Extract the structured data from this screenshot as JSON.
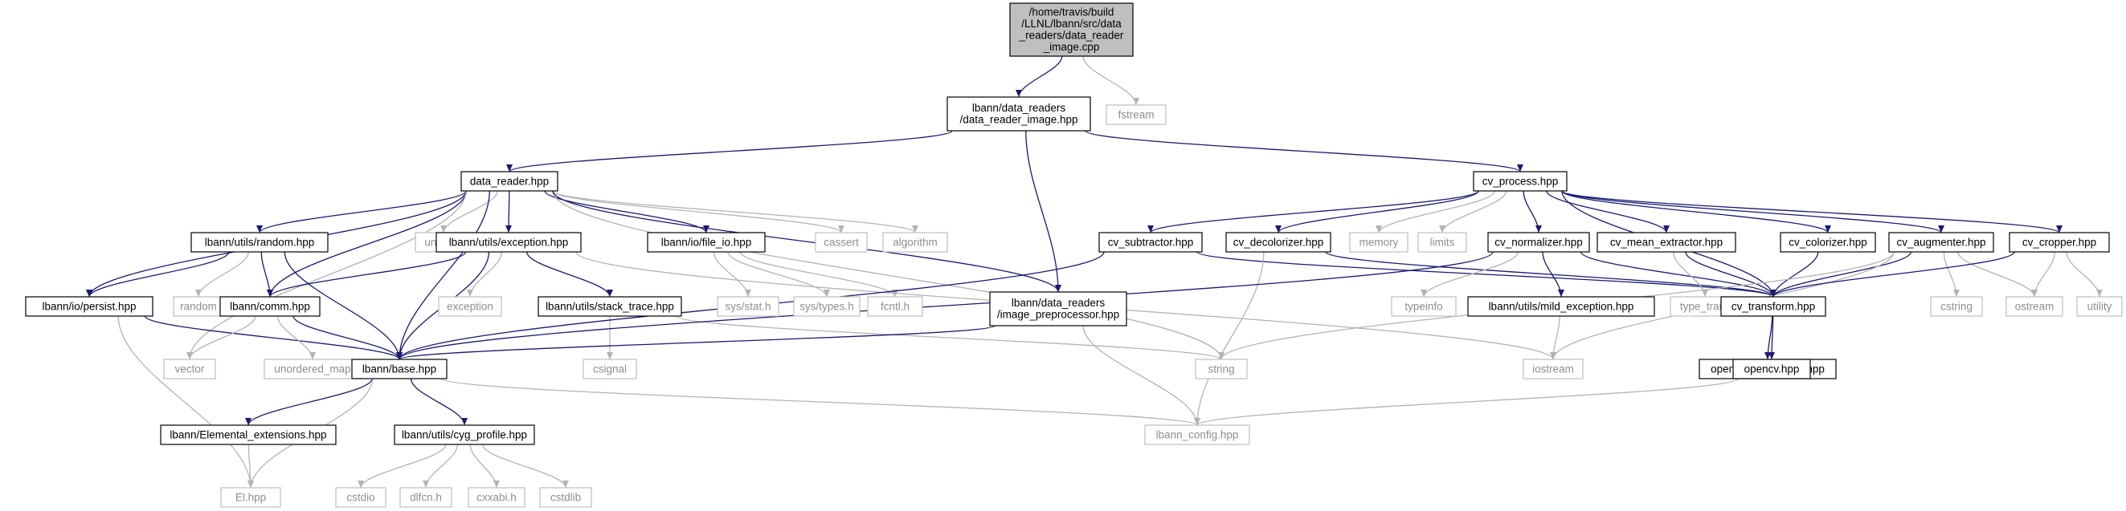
{
  "graph": {
    "nodes": [
      {
        "id": "root",
        "lines": [
          "/home/travis/build",
          "/LLNL/lbann/src/data",
          "_readers/data_reader",
          "_image.cpp"
        ],
        "kind": "root"
      },
      {
        "id": "dri",
        "lines": [
          "lbann/data_readers",
          "/data_reader_image.hpp"
        ],
        "kind": "doc"
      },
      {
        "id": "fstream",
        "lines": [
          "fstream"
        ],
        "kind": "ext"
      },
      {
        "id": "dr",
        "lines": [
          "data_reader.hpp"
        ],
        "kind": "doc"
      },
      {
        "id": "cvp",
        "lines": [
          "cv_process.hpp"
        ],
        "kind": "doc"
      },
      {
        "id": "unistd",
        "lines": [
          "unistd.h"
        ],
        "kind": "ext"
      },
      {
        "id": "random_hpp",
        "lines": [
          "lbann/utils/random.hpp"
        ],
        "kind": "doc"
      },
      {
        "id": "exc",
        "lines": [
          "lbann/utils/exception.hpp"
        ],
        "kind": "doc"
      },
      {
        "id": "fileio",
        "lines": [
          "lbann/io/file_io.hpp"
        ],
        "kind": "doc"
      },
      {
        "id": "cassert",
        "lines": [
          "cassert"
        ],
        "kind": "ext"
      },
      {
        "id": "algorithm",
        "lines": [
          "algorithm"
        ],
        "kind": "ext"
      },
      {
        "id": "persist",
        "lines": [
          "lbann/io/persist.hpp"
        ],
        "kind": "doc"
      },
      {
        "id": "random",
        "lines": [
          "random"
        ],
        "kind": "ext"
      },
      {
        "id": "comm",
        "lines": [
          "lbann/comm.hpp"
        ],
        "kind": "doc"
      },
      {
        "id": "exception",
        "lines": [
          "exception"
        ],
        "kind": "ext"
      },
      {
        "id": "st",
        "lines": [
          "lbann/utils/stack_trace.hpp"
        ],
        "kind": "doc"
      },
      {
        "id": "sysstat",
        "lines": [
          "sys/stat.h"
        ],
        "kind": "ext"
      },
      {
        "id": "systypes",
        "lines": [
          "sys/types.h"
        ],
        "kind": "ext"
      },
      {
        "id": "fcntl",
        "lines": [
          "fcntl.h"
        ],
        "kind": "ext"
      },
      {
        "id": "ip",
        "lines": [
          "lbann/data_readers",
          "/image_preprocessor.hpp"
        ],
        "kind": "doc"
      },
      {
        "id": "vector",
        "lines": [
          "vector"
        ],
        "kind": "ext"
      },
      {
        "id": "umap",
        "lines": [
          "unordered_map"
        ],
        "kind": "ext"
      },
      {
        "id": "base",
        "lines": [
          "lbann/base.hpp"
        ],
        "kind": "doc"
      },
      {
        "id": "csignal",
        "lines": [
          "csignal"
        ],
        "kind": "ext"
      },
      {
        "id": "string",
        "lines": [
          "string"
        ],
        "kind": "ext"
      },
      {
        "id": "ee",
        "lines": [
          "lbann/Elemental_extensions.hpp"
        ],
        "kind": "doc"
      },
      {
        "id": "cyg",
        "lines": [
          "lbann/utils/cyg_profile.hpp"
        ],
        "kind": "doc"
      },
      {
        "id": "el",
        "lines": [
          "El.hpp"
        ],
        "kind": "ext"
      },
      {
        "id": "cstdio",
        "lines": [
          "cstdio"
        ],
        "kind": "ext"
      },
      {
        "id": "dlfcn",
        "lines": [
          "dlfcn.h"
        ],
        "kind": "ext"
      },
      {
        "id": "cxxabi",
        "lines": [
          "cxxabi.h"
        ],
        "kind": "ext"
      },
      {
        "id": "cstdlib",
        "lines": [
          "cstdlib"
        ],
        "kind": "ext"
      },
      {
        "id": "lconf",
        "lines": [
          "lbann_config.hpp"
        ],
        "kind": "ext"
      },
      {
        "id": "cvs",
        "lines": [
          "cv_subtractor.hpp"
        ],
        "kind": "doc"
      },
      {
        "id": "cvd",
        "lines": [
          "cv_decolorizer.hpp"
        ],
        "kind": "doc"
      },
      {
        "id": "memory",
        "lines": [
          "memory"
        ],
        "kind": "ext"
      },
      {
        "id": "limits",
        "lines": [
          "limits"
        ],
        "kind": "ext"
      },
      {
        "id": "cvn",
        "lines": [
          "cv_normalizer.hpp"
        ],
        "kind": "doc"
      },
      {
        "id": "cvme",
        "lines": [
          "cv_mean_extractor.hpp"
        ],
        "kind": "doc"
      },
      {
        "id": "cvc",
        "lines": [
          "cv_colorizer.hpp"
        ],
        "kind": "doc"
      },
      {
        "id": "cva",
        "lines": [
          "cv_augmenter.hpp"
        ],
        "kind": "doc"
      },
      {
        "id": "cvcr",
        "lines": [
          "cv_cropper.hpp"
        ],
        "kind": "doc"
      },
      {
        "id": "typeinfo",
        "lines": [
          "typeinfo"
        ],
        "kind": "ext"
      },
      {
        "id": "mild",
        "lines": [
          "lbann/utils/mild_exception.hpp"
        ],
        "kind": "doc"
      },
      {
        "id": "tt",
        "lines": [
          "type_traits"
        ],
        "kind": "ext"
      },
      {
        "id": "cvt",
        "lines": [
          "cv_transform.hpp"
        ],
        "kind": "doc"
      },
      {
        "id": "cstring",
        "lines": [
          "cstring"
        ],
        "kind": "ext"
      },
      {
        "id": "ostream",
        "lines": [
          "ostream"
        ],
        "kind": "ext"
      },
      {
        "id": "utility",
        "lines": [
          "utility"
        ],
        "kind": "ext"
      },
      {
        "id": "iostream",
        "lines": [
          "iostream"
        ],
        "kind": "ext"
      },
      {
        "id": "ocvext",
        "lines": [
          "opencv_extensions.hpp"
        ],
        "kind": "doc"
      },
      {
        "id": "ocv",
        "lines": [
          "opencv.hpp"
        ],
        "kind": "doc"
      }
    ],
    "edges": [
      [
        "root",
        "dri"
      ],
      [
        "root",
        "fstream"
      ],
      [
        "dri",
        "dr"
      ],
      [
        "dri",
        "cvp"
      ],
      [
        "dri",
        "ip"
      ],
      [
        "dr",
        "unistd"
      ],
      [
        "dr",
        "random_hpp"
      ],
      [
        "dr",
        "exc"
      ],
      [
        "dr",
        "fileio"
      ],
      [
        "dr",
        "cassert"
      ],
      [
        "dr",
        "algorithm"
      ],
      [
        "dr",
        "persist"
      ],
      [
        "dr",
        "comm"
      ],
      [
        "dr",
        "base"
      ],
      [
        "dr",
        "vector"
      ],
      [
        "dr",
        "string"
      ],
      [
        "dr",
        "ip"
      ],
      [
        "random_hpp",
        "persist"
      ],
      [
        "random_hpp",
        "random"
      ],
      [
        "random_hpp",
        "comm"
      ],
      [
        "random_hpp",
        "base"
      ],
      [
        "exc",
        "comm"
      ],
      [
        "exc",
        "exception"
      ],
      [
        "exc",
        "st"
      ],
      [
        "exc",
        "base"
      ],
      [
        "exc",
        "iostream"
      ],
      [
        "fileio",
        "sysstat"
      ],
      [
        "fileio",
        "systypes"
      ],
      [
        "fileio",
        "fcntl"
      ],
      [
        "persist",
        "base"
      ],
      [
        "persist",
        "el"
      ],
      [
        "comm",
        "base"
      ],
      [
        "comm",
        "vector"
      ],
      [
        "comm",
        "umap"
      ],
      [
        "st",
        "csignal"
      ],
      [
        "st",
        "string"
      ],
      [
        "ip",
        "base"
      ],
      [
        "ip",
        "lconf"
      ],
      [
        "base",
        "ee"
      ],
      [
        "base",
        "cyg"
      ],
      [
        "base",
        "el"
      ],
      [
        "base",
        "lconf"
      ],
      [
        "ee",
        "el"
      ],
      [
        "cyg",
        "cstdio"
      ],
      [
        "cyg",
        "dlfcn"
      ],
      [
        "cyg",
        "cxxabi"
      ],
      [
        "cyg",
        "cstdlib"
      ],
      [
        "cvp",
        "cvs"
      ],
      [
        "cvp",
        "cvd"
      ],
      [
        "cvp",
        "memory"
      ],
      [
        "cvp",
        "limits"
      ],
      [
        "cvp",
        "cvn"
      ],
      [
        "cvp",
        "cvme"
      ],
      [
        "cvp",
        "cvc"
      ],
      [
        "cvp",
        "cva"
      ],
      [
        "cvp",
        "cvcr"
      ],
      [
        "cvp",
        "cvt"
      ],
      [
        "cvs",
        "base"
      ],
      [
        "cvs",
        "cvt"
      ],
      [
        "cvd",
        "cvt"
      ],
      [
        "cvd",
        "lconf"
      ],
      [
        "cvn",
        "typeinfo"
      ],
      [
        "cvn",
        "mild"
      ],
      [
        "cvn",
        "cvt"
      ],
      [
        "cvn",
        "base"
      ],
      [
        "cvme",
        "tt"
      ],
      [
        "cvme",
        "cvt"
      ],
      [
        "cvc",
        "cvt"
      ],
      [
        "cva",
        "cvt"
      ],
      [
        "cva",
        "cstring"
      ],
      [
        "cva",
        "ostream"
      ],
      [
        "cva",
        "string"
      ],
      [
        "cva",
        "iostream"
      ],
      [
        "cvcr",
        "cvt"
      ],
      [
        "cvcr",
        "ostream"
      ],
      [
        "cvcr",
        "utility"
      ],
      [
        "mild",
        "iostream"
      ],
      [
        "cvt",
        "ocvext"
      ],
      [
        "cvt",
        "ocv"
      ],
      [
        "ocv",
        "lconf"
      ]
    ]
  }
}
